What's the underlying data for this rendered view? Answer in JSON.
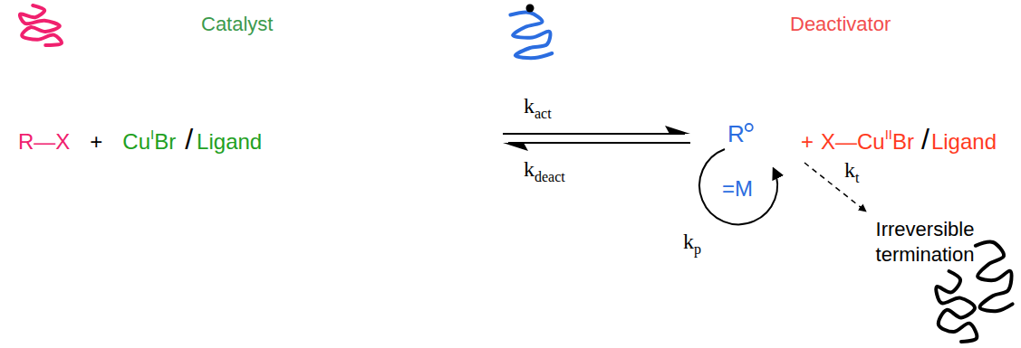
{
  "diagram": {
    "labels": [
      "Catalyst",
      "Deactivator",
      "R—X",
      "+",
      "Cu",
      "I",
      "Br",
      "/",
      "Ligand",
      "k",
      "act",
      "k",
      "deact",
      "R",
      "=M",
      "k",
      "p",
      "+",
      "X—Cu",
      "II",
      "Br",
      "/",
      "Ligand",
      "k",
      "t",
      "Irreversible termination"
    ]
  }
}
